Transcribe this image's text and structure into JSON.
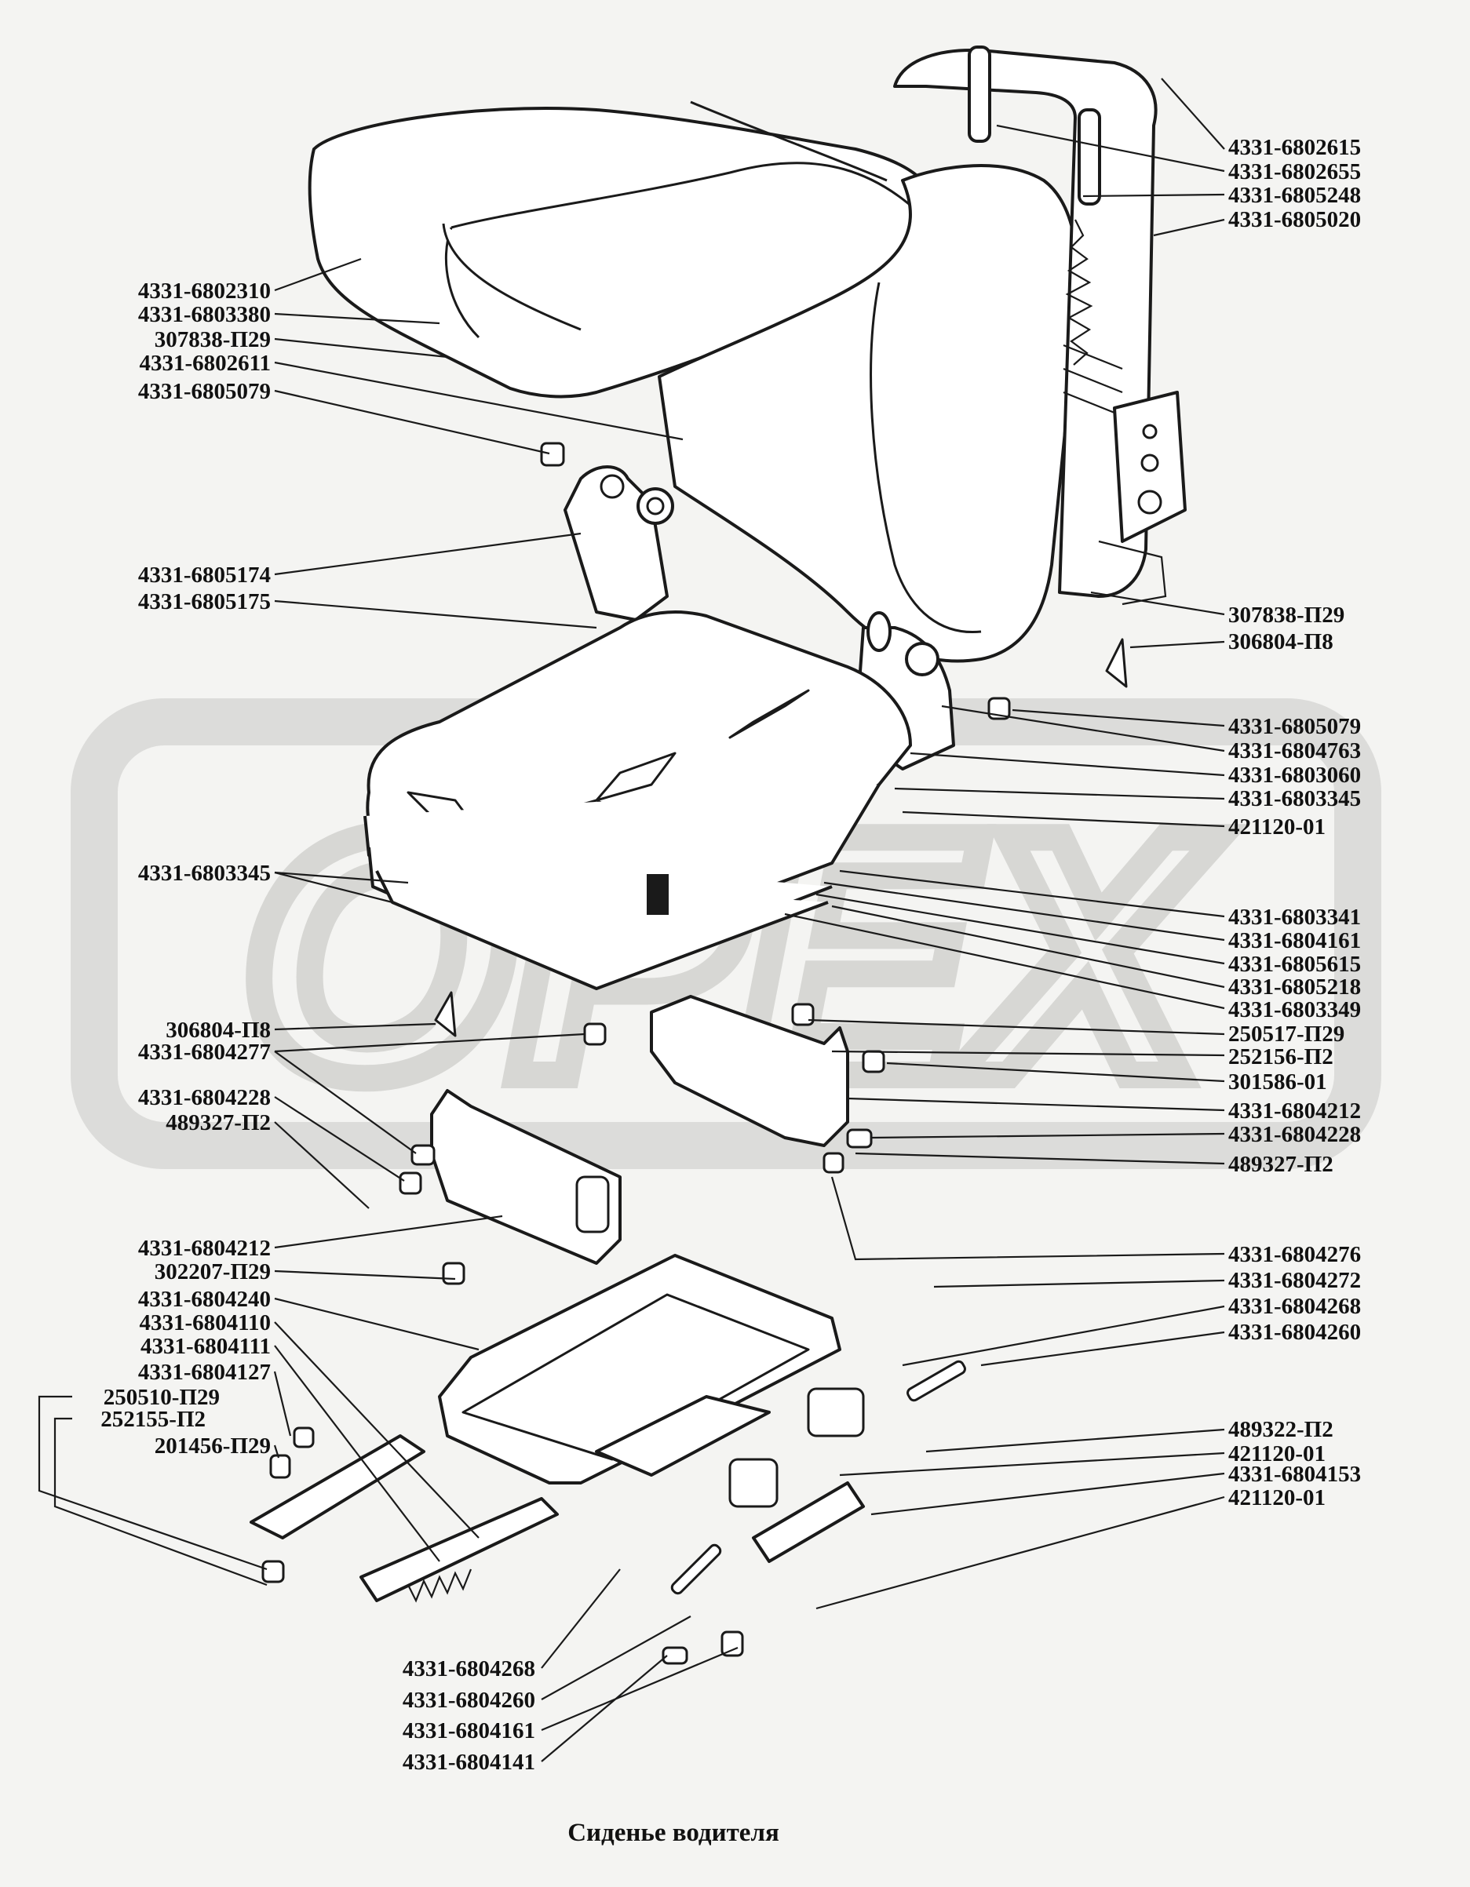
{
  "caption": "Сиденье водителя",
  "watermark": "OPEX",
  "labels_right": [
    "4331-6802615",
    "4331-6802655",
    "4331-6805248",
    "4331-6805020",
    "307838-П29",
    "306804-П8",
    "4331-6805079",
    "4331-6804763",
    "4331-6803060",
    "4331-6803345",
    "421120-01",
    "4331-6803341",
    "4331-6804161",
    "4331-6805615",
    "4331-6805218",
    "4331-6803349",
    "250517-П29",
    "252156-П2",
    "301586-01",
    "4331-6804212",
    "4331-6804228",
    "489327-П2",
    "4331-6804276",
    "4331-6804272",
    "4331-6804268",
    "4331-6804260",
    "489322-П2",
    "421120-01",
    "4331-6804153",
    "421120-01"
  ],
  "labels_left": [
    "4331-6802310",
    "4331-6803380",
    "307838-П29",
    "4331-6802611",
    "4331-6805079",
    "4331-6805174",
    "4331-6805175",
    "4331-6803345",
    "306804-П8",
    "4331-6804277",
    "4331-6804228",
    "489327-П2",
    "4331-6804212",
    "302207-П29",
    "4331-6804240",
    "4331-6804110",
    "4331-6804111",
    "4331-6804127",
    "250510-П29",
    "252155-П2",
    "201456-П29"
  ],
  "labels_bottom": [
    "4331-6804268",
    "4331-6804260",
    "4331-6804161",
    "4331-6804141"
  ]
}
